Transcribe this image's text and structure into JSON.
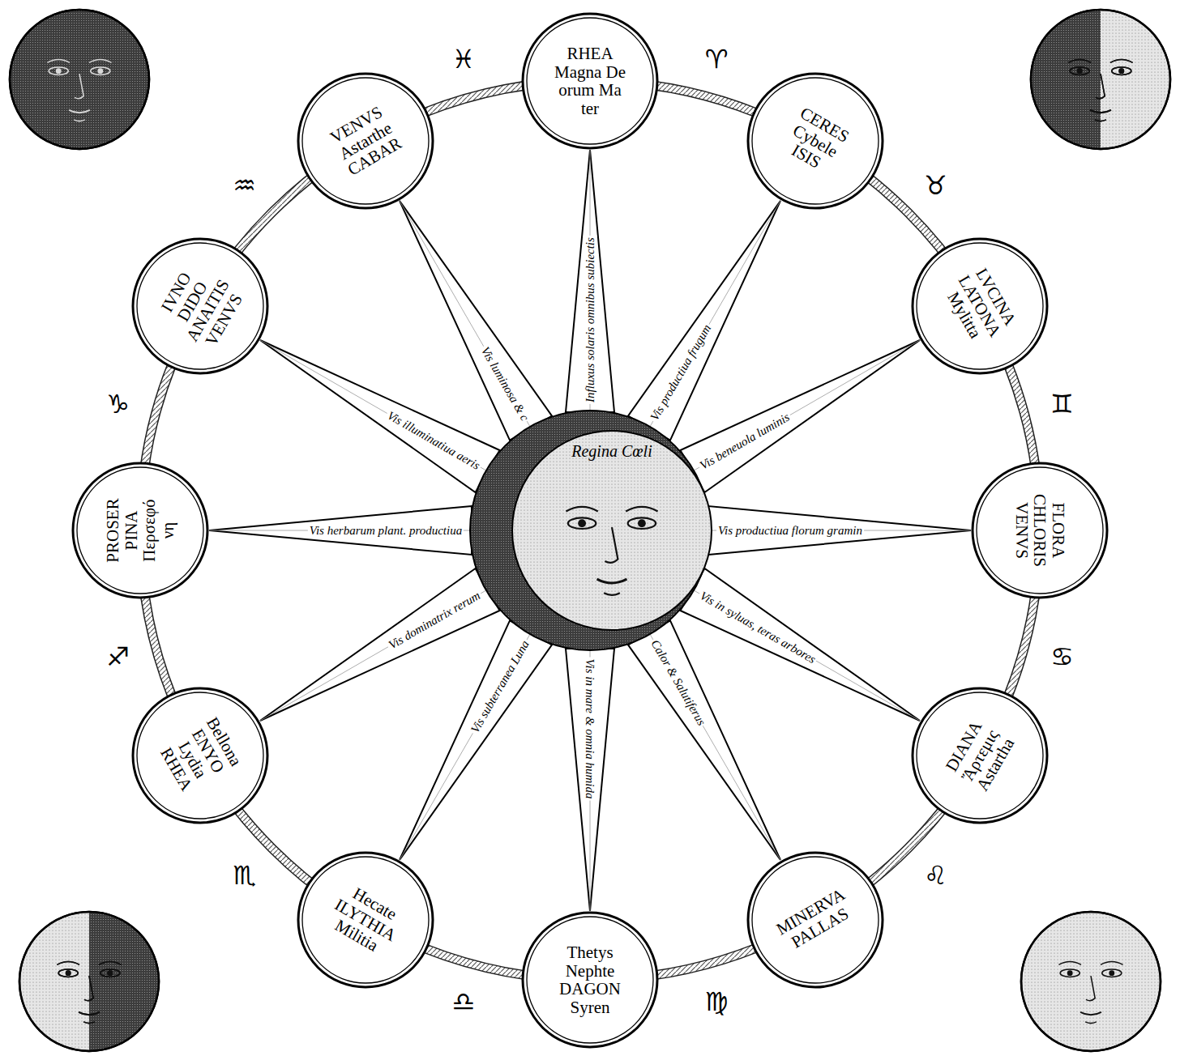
{
  "diagram": {
    "nodes": [
      {
        "text": [
          "Regina Cœli"
        ]
      },
      {
        "text": [
          "RHEA",
          "Magna De",
          "orum Ma",
          "ter"
        ]
      },
      {
        "text": [
          "CERES",
          "Cybele",
          "ISIS"
        ]
      },
      {
        "text": [
          "LVCINA",
          "LATONA",
          "Mylitta"
        ]
      },
      {
        "text": [
          "FLORA",
          "CHLORIS",
          "VENVS"
        ]
      },
      {
        "text": [
          "DIANA",
          "Ἄρτεμις",
          "Astartha"
        ]
      },
      {
        "text": [
          "MINERVA",
          "PALLAS"
        ]
      },
      {
        "text": [
          "Thetys",
          "Nephte",
          "DAGON",
          "Syren"
        ]
      },
      {
        "text": [
          "Hecate",
          "ILYTHIA",
          "Militia"
        ]
      },
      {
        "text": [
          "Bellona",
          "ENYO",
          "Lydia",
          "RHEA"
        ]
      },
      {
        "text": [
          "PROSER",
          "PINA",
          "Περσεφό",
          "νη"
        ]
      },
      {
        "text": [
          "IVNO",
          "DIDO",
          "ANAITIS",
          "VENVS"
        ]
      },
      {
        "text": [
          "VENVS",
          "Astarthe",
          "CABAR"
        ]
      }
    ],
    "edges": [
      {
        "from": 0,
        "to": 1,
        "arrow": "none",
        "label": "Influxus solaris omnibus subiectis"
      },
      {
        "from": 0,
        "to": 2,
        "arrow": "none",
        "label": "Vis productiua frugum"
      },
      {
        "from": 0,
        "to": 3,
        "arrow": "none",
        "label": "Vis beneuola luminis"
      },
      {
        "from": 0,
        "to": 4,
        "arrow": "none",
        "label": "Vis productiua florum gramin"
      },
      {
        "from": 0,
        "to": 5,
        "arrow": "none",
        "label": "Vis in syluas, teras arbores"
      },
      {
        "from": 0,
        "to": 6,
        "arrow": "none",
        "label": "Calor & Salutiferus"
      },
      {
        "from": 0,
        "to": 7,
        "arrow": "none",
        "label": "Vis in mare & omnia humida"
      },
      {
        "from": 0,
        "to": 8,
        "arrow": "none",
        "label": "Vis subterranea Luna"
      },
      {
        "from": 0,
        "to": 9,
        "arrow": "none",
        "label": "Vis dominatrix rerum"
      },
      {
        "from": 0,
        "to": 10,
        "arrow": "none",
        "label": "Vis herbarum plant. productiua"
      },
      {
        "from": 0,
        "to": 11,
        "arrow": "none",
        "label": "Vis illuminatiua aeris"
      },
      {
        "from": 0,
        "to": 12,
        "arrow": "none",
        "label": "Vis luminosa & c"
      }
    ],
    "labels": [
      "♈",
      "♉",
      "♊",
      "♋",
      "♌",
      "♍",
      "♎",
      "♏",
      "♐",
      "♑",
      "♒",
      "♓"
    ]
  }
}
